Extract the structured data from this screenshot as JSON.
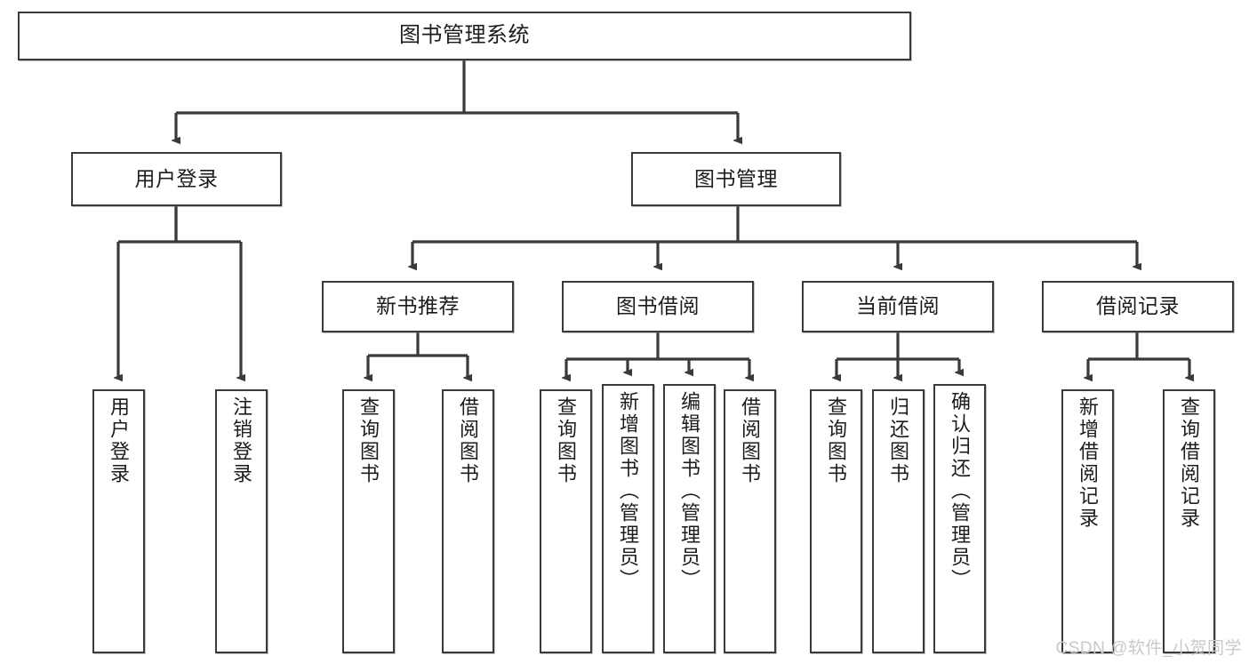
{
  "diagram": {
    "title": "图书管理系统",
    "watermark": "CSDN @软件_小贺同学",
    "colors": {
      "border": "#3a3a3a",
      "background": "#ffffff",
      "text": "#1c1c1c",
      "watermark": "#c9c9c9"
    },
    "root": {
      "label": "图书管理系统"
    },
    "level2": [
      {
        "label": "用户登录"
      },
      {
        "label": "图书管理"
      }
    ],
    "level3": [
      {
        "label": "新书推荐"
      },
      {
        "label": "图书借阅"
      },
      {
        "label": "当前借阅"
      },
      {
        "label": "借阅记录"
      }
    ],
    "leaves": {
      "user_login": [
        {
          "label": "用户登录"
        },
        {
          "label": "注销登录"
        }
      ],
      "new_book_recommend": [
        {
          "label": "查询图书"
        },
        {
          "label": "借阅图书"
        }
      ],
      "book_borrow": [
        {
          "label": "查询图书"
        },
        {
          "label": "新增图书（管理员）"
        },
        {
          "label": "编辑图书（管理员）"
        },
        {
          "label": "借阅图书"
        }
      ],
      "current_borrow": [
        {
          "label": "查询图书"
        },
        {
          "label": "归还图书"
        },
        {
          "label": "确认归还（管理员）"
        }
      ],
      "borrow_record": [
        {
          "label": "新增借阅记录"
        },
        {
          "label": "查询借阅记录"
        }
      ]
    }
  }
}
